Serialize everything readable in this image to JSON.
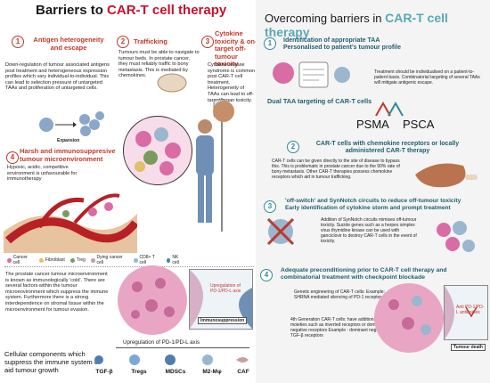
{
  "left": {
    "title_prefix": "Barriers to ",
    "title_highlight": "CAR-T cell therapy",
    "s1": {
      "num": "1",
      "heading": "Antigen heterogeneity and escape",
      "body": "Down-regulation of tumour associated antigens post treatment and heterogeneous expression profiles which vary individual-to-individual. This can lead to selection pressure of untargeted TAAs and proliferation of untargeted cells.",
      "expansion": "Expansion"
    },
    "s2": {
      "num": "2",
      "heading": "Trafficking",
      "body": "Tumours must be able to navigate to tumour beds. In prostate cancer, they must reliably traffic to bony metastasis. This is mediated by chemokines."
    },
    "s3": {
      "num": "3",
      "heading": "Cytokine toxicity & on-target off-tumour toxicity",
      "body": "Cytokine release syndrome is common post CAR-T cell treatment. Heterogeneity of TAAs can lead to off-target organ toxicity."
    },
    "s4": {
      "num": "4",
      "heading": "Harsh and immunosuppresive tumour microenvironment",
      "body": "Hypoxic, acidic, competitive environment is unfavourable for immunotherapy"
    },
    "legend": [
      "Cancer cell",
      "Fibroblast",
      "Treg",
      "Dying cancer cell",
      "CD8+ T cell",
      "NK cell"
    ],
    "cold_text": "The prostate cancer tumour microenvironment is known as immunologically 'cold'. There are several factors within the tumour microenvironment which suppress the immune system. Furthermore there is a strong interdependence on stromal tissue within the microenvironment for tumour evasion.",
    "upreg_label": "Upregulation of PD-1/PD-L axis",
    "inset_label": "Upregulation of PD-1/PD-L axis",
    "immunosuppression": "Immunosuppression",
    "cellular_text": "Cellular components which suppress the immune system or aid tumour growth",
    "cells": [
      "TGF-β",
      "Tregs",
      "MDSCs",
      "M2-Mφ",
      "CAF"
    ]
  },
  "right": {
    "title_prefix": "Overcoming barriers in ",
    "title_highlight": "CAR-T cell therapy",
    "r1": {
      "num": "1",
      "heading": "Identification of appropriate TAA\nPersonalised to patient's tumour profile",
      "note": "Treatment should be individualised on a patient-to-patient basis. Combinatorial targeting of several TAAs will mitigate antigenic escape.",
      "dual": "Dual TAA targeting of CAR-T cells",
      "psma": "PSMA",
      "psca": "PSCA"
    },
    "r2": {
      "num": "2",
      "heading": "CAR-T cells with chemokine receptors or locally administered CAR-T therapy",
      "body": "CAR-T cells can be given directly to the site of disease to bypass this. This is problematic in prostate cancer due to the 90% rate of bony metastasis. Other CAR-T therapies possess chemokine receptors which aid in tumour trafficking."
    },
    "r3": {
      "num": "3",
      "heading": "'off-switch' and SynNotch circuits to reduce off-tumour toxicity\nEarly identification of cytokine storm and prompt treatment",
      "body": "Addition of SynNotch circuits mimises off-tumour toxicity. Sucide genes such as a herpes simplex virus thymidine kinase can be used with ganciclovir to destroy CAR-T cells in the event of toxicity."
    },
    "r4": {
      "num": "4",
      "heading": "Adequate preconditioning prior to CAR-T cell therapy and combinatorial treatment with checkpoint blockade",
      "genetic": "Genetic engineering of CAR-T cells: Example: SHRNA mediated silencing of PD-1 receptors",
      "fourth": "4th Generation CAR-T cells: have additional moieties such as inverted receptors or dominant negative receptors Example : dominant negative TGF-β receptors",
      "inset_label": "Anti PD-1/PD-L antibodies",
      "tumour_death": "Tumour death"
    }
  },
  "colors": {
    "accent_red": "#c0392b",
    "accent_teal": "#5aa8b5",
    "tumour_pink": "#e9a6c4"
  }
}
